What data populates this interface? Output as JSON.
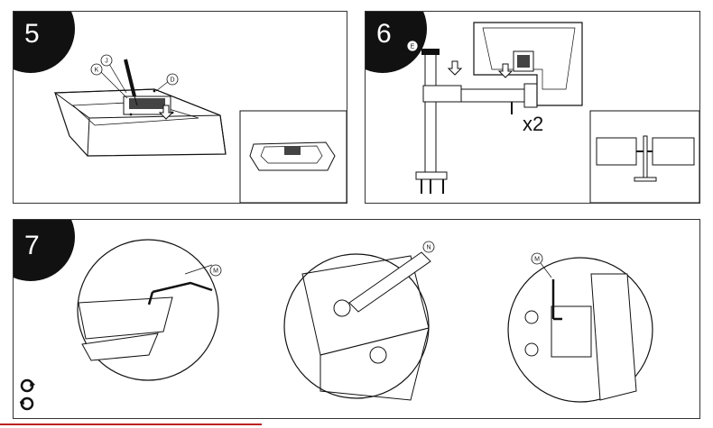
{
  "steps": [
    {
      "number": "5",
      "callouts": [
        "J",
        "K",
        "D"
      ]
    },
    {
      "number": "6",
      "callouts": [
        "E"
      ],
      "multiplier": "x2"
    },
    {
      "number": "7",
      "callouts": [
        "M",
        "N",
        "M"
      ]
    }
  ],
  "colors": {
    "ink": "#111111",
    "accent_rule": "#bb2222"
  },
  "icons": [
    "rotate-cw-icon",
    "rotate-ccw-icon"
  ]
}
